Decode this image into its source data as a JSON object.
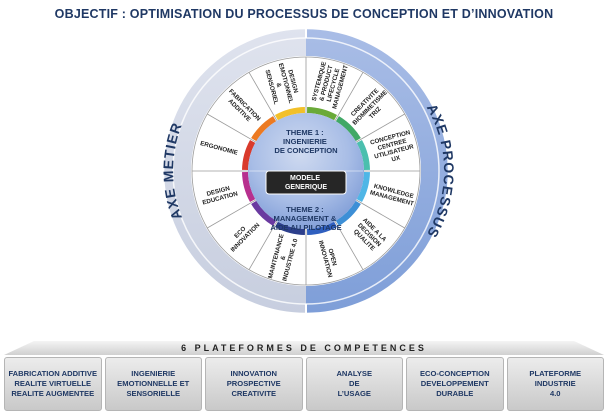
{
  "title": "OBJECTIF : OPTIMISATION DU PROCESSUS DE CONCEPTION ET D’INNOVATION",
  "axes": {
    "metier": "AXE METIER",
    "processus": "AXE PROCESSUS"
  },
  "center": {
    "theme1": [
      "THEME 1 :",
      "INGENIERIE",
      "DE CONCEPTION"
    ],
    "modele": [
      "MODELE",
      "GENERIQUE"
    ],
    "theme2": [
      "THEME 2 :",
      "MANAGEMENT &",
      "AIDE AU PILOTAGE"
    ]
  },
  "segments": [
    {
      "lines": [
        "SYSTEMIQUE",
        "& PRODUCT",
        "LIFECYCLE",
        "MANAGEMENT"
      ],
      "color": "#6aaa38"
    },
    {
      "lines": [
        "CREATIVITE",
        "BIOMIMETISME",
        "TRIZ"
      ],
      "color": "#41a866"
    },
    {
      "lines": [
        "CONCEPTION",
        "CENTREE",
        "UTILISATEUR",
        "UX"
      ],
      "color": "#4bbfae"
    },
    {
      "lines": [
        "KNOWLEDGE",
        "MANAGEMENT"
      ],
      "color": "#4fb6e6"
    },
    {
      "lines": [
        "AIDE A LA",
        "DECISION",
        "QUALITE"
      ],
      "color": "#3d8fd6"
    },
    {
      "lines": [
        "OPEN",
        "INNOVATION"
      ],
      "color": "#2f5fbf"
    },
    {
      "lines": [
        "MAINTENANCE",
        "&",
        "INDUSTRIE 4.0"
      ],
      "color": "#2c3f8c"
    },
    {
      "lines": [
        "ECO",
        "INNOVATION"
      ],
      "color": "#6a3aa0"
    },
    {
      "lines": [
        "DESIGN",
        "EDUCATION"
      ],
      "color": "#b7308e"
    },
    {
      "lines": [
        "ERGONOMIE"
      ],
      "color": "#d93a2c"
    },
    {
      "lines": [
        "FABRICATION",
        "ADDITIVE"
      ],
      "color": "#ec7a22"
    },
    {
      "lines": [
        "DESIGN",
        "EMOTIONNEL",
        "&",
        "SENSORIEL"
      ],
      "color": "#f2c02a"
    }
  ],
  "platforms": {
    "header": "6 PLATEFORMES DE COMPETENCES",
    "items": [
      "FABRICATION ADDITIVE\nREALITE VIRTUELLE\nREALITE AUGMENTEE",
      "INGENIERIE\nEMOTIONNELLE ET\nSENSORIELLE",
      "INNOVATION\nPROSPECTIVE\nCREATIVITE",
      "ANALYSE\nDE\nL’USAGE",
      "ECO-CONCEPTION\nDEVELOPPEMENT\nDURABLE",
      "PLATEFORME\nINDUSTRIE\n4.0"
    ]
  }
}
